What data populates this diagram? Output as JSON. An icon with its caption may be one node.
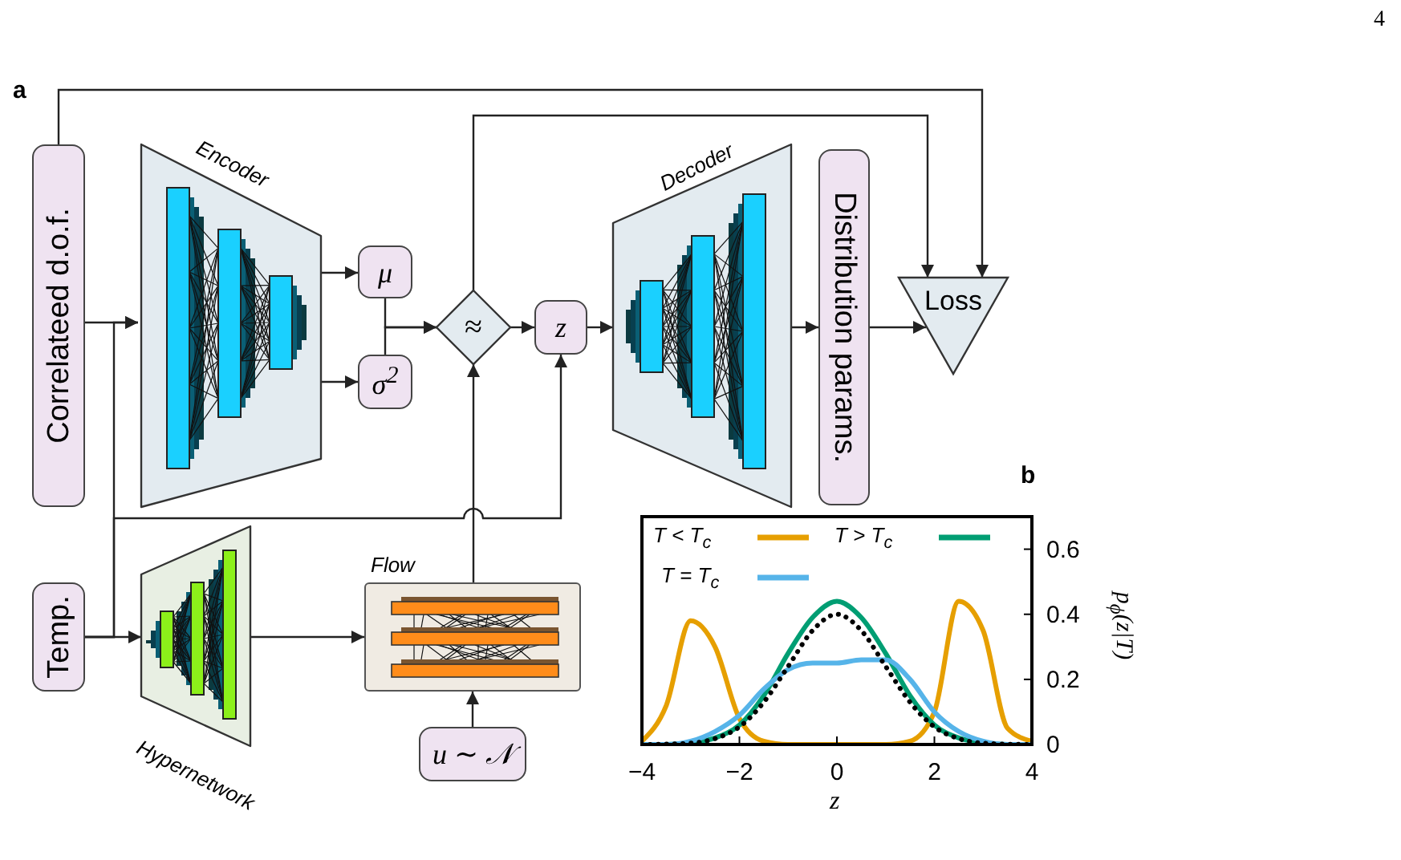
{
  "diagram": {
    "nodes": [
      {
        "text": [
          "Correlateed d.o.f."
        ]
      },
      {
        "text": [
          "Encoder"
        ]
      },
      {
        "text": [
          "μ"
        ]
      },
      {
        "text": [
          "σ$^{2}$"
        ]
      },
      {
        "text": [
          "≈"
        ]
      },
      {
        "text": [
          "z"
        ]
      },
      {
        "text": [
          "Decoder"
        ]
      },
      {
        "text": [
          "Distribution params."
        ]
      },
      {
        "text": [
          "Loss"
        ]
      },
      {
        "text": [
          "Temp."
        ]
      },
      {
        "text": [
          "Hypernetwork"
        ]
      },
      {
        "text": [
          "Flow"
        ]
      },
      {
        "text": [
          "u ∼ 𝒩"
        ]
      }
    ],
    "edges": [
      {
        "from": 0,
        "to": 1,
        "arrow": "to"
      },
      {
        "from": 0,
        "to": 8,
        "arrow": "to"
      },
      {
        "from": 1,
        "to": 2,
        "arrow": "to"
      },
      {
        "from": 1,
        "to": 3,
        "arrow": "to"
      },
      {
        "from": 2,
        "to": 4,
        "arrow": "to"
      },
      {
        "from": 3,
        "to": 4,
        "arrow": "to"
      },
      {
        "from": 4,
        "to": 5,
        "arrow": "to"
      },
      {
        "from": 4,
        "to": 8,
        "arrow": "to"
      },
      {
        "from": 5,
        "to": 6,
        "arrow": "to"
      },
      {
        "from": 6,
        "to": 7,
        "arrow": "to"
      },
      {
        "from": 7,
        "to": 8,
        "arrow": "to"
      },
      {
        "from": 9,
        "to": 10,
        "arrow": "to"
      },
      {
        "from": 9,
        "to": 1,
        "arrow": "to"
      },
      {
        "from": 9,
        "to": 5,
        "arrow": "to"
      },
      {
        "from": 10,
        "to": 11,
        "arrow": "to"
      },
      {
        "from": 11,
        "to": 4,
        "arrow": "to"
      },
      {
        "from": 12,
        "to": 11,
        "arrow": "to"
      }
    ],
    "labels": [
      "4",
      "a",
      "b"
    ],
    "chart_data": {
      "type": "line",
      "xlabel": "z",
      "ylabel": "p$_{ϕ}$(z|T)",
      "x": [
        -4,
        -3.5,
        -3,
        -2.5,
        -2,
        -1.5,
        -1,
        -0.5,
        0,
        0.5,
        1,
        1.5,
        2,
        2.5,
        3,
        3.5,
        4
      ],
      "series": [
        {
          "name": "T < T$_{c}$",
          "color": "#e69f00",
          "values": [
            0.01,
            0.12,
            0.38,
            0.3,
            0.08,
            0.01,
            0,
            0,
            0,
            0,
            0,
            0.01,
            0.1,
            0.44,
            0.35,
            0.05,
            0.01
          ]
        },
        {
          "name": "T > T$_{c}$",
          "color": "#009e73",
          "values": [
            0,
            0,
            0.005,
            0.02,
            0.06,
            0.15,
            0.28,
            0.39,
            0.44,
            0.39,
            0.28,
            0.15,
            0.06,
            0.02,
            0.005,
            0,
            0
          ]
        },
        {
          "name": "T = T$_{c}$",
          "color": "#56b4e9",
          "values": [
            0,
            0,
            0.01,
            0.04,
            0.09,
            0.17,
            0.23,
            0.25,
            0.25,
            0.26,
            0.26,
            0.2,
            0.1,
            0.04,
            0.01,
            0,
            0
          ]
        },
        {
          "color": "#000000",
          "line_style": "dotted",
          "values": [
            0,
            0.001,
            0.004,
            0.018,
            0.054,
            0.13,
            0.24,
            0.35,
            0.4,
            0.35,
            0.24,
            0.13,
            0.054,
            0.018,
            0.004,
            0.001,
            0
          ]
        }
      ],
      "legend": true,
      "xlim": [
        -4,
        4
      ],
      "ylim": [
        0,
        0.7
      ],
      "xticks": [
        -4,
        -2,
        0,
        2,
        4
      ],
      "yticks": [
        0,
        0.2,
        0.4,
        0.6
      ]
    }
  }
}
